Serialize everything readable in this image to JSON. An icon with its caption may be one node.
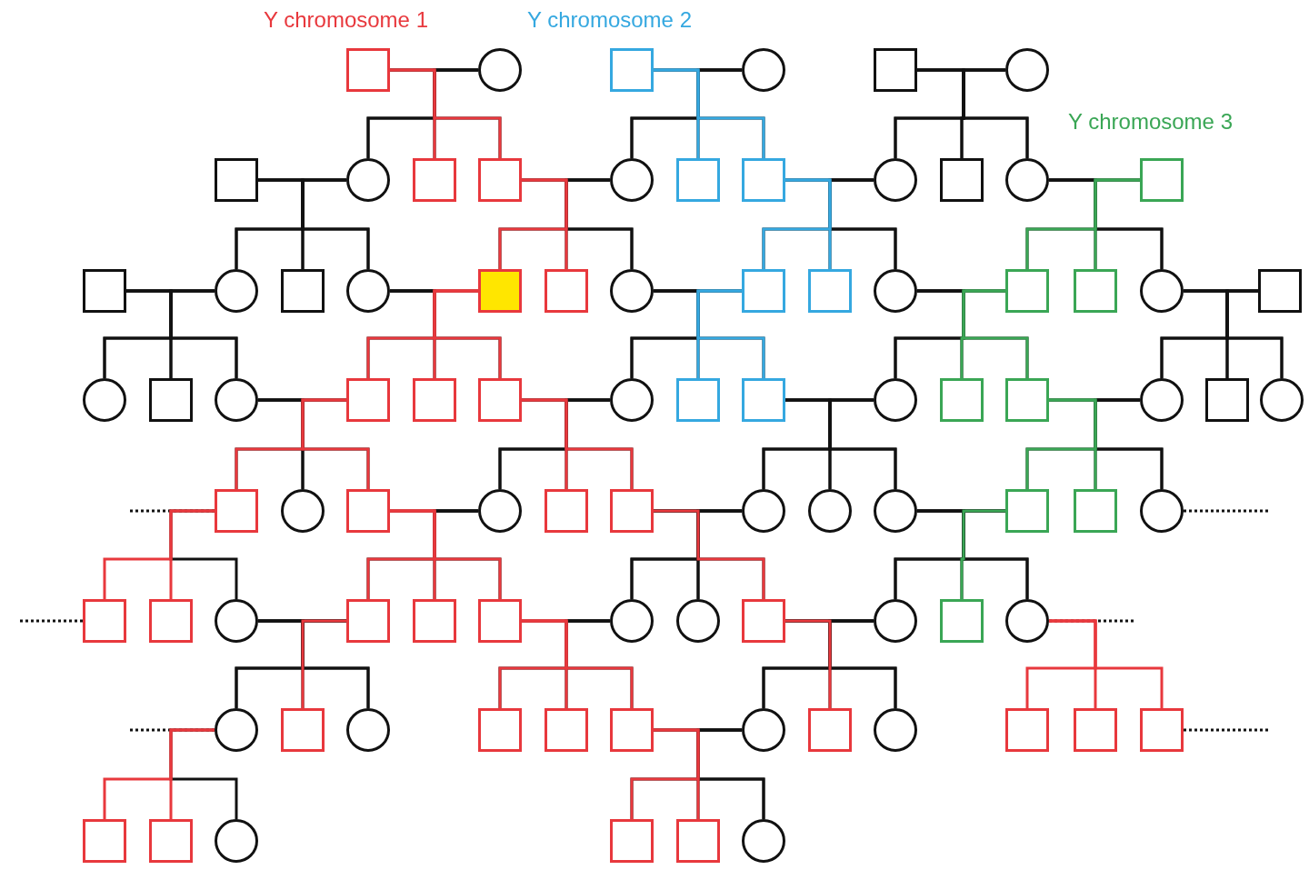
{
  "diagram": {
    "nodes": [
      {
        "text": [],
        "shape": "box"
      },
      {
        "text": [],
        "shape": "circle"
      },
      {
        "text": [],
        "shape": "box"
      },
      {
        "text": [],
        "shape": "circle"
      },
      {
        "text": [],
        "shape": "box"
      },
      {
        "text": [],
        "shape": "circle"
      },
      {
        "text": [],
        "shape": "box"
      },
      {
        "text": [],
        "shape": "circle"
      },
      {
        "text": [],
        "shape": "box"
      },
      {
        "text": [],
        "shape": "box"
      },
      {
        "text": [],
        "shape": "circle"
      },
      {
        "text": [],
        "shape": "box"
      },
      {
        "text": [],
        "shape": "box"
      },
      {
        "text": [],
        "shape": "circle"
      },
      {
        "text": [],
        "shape": "box"
      },
      {
        "text": [],
        "shape": "circle"
      },
      {
        "text": [],
        "shape": "box"
      },
      {
        "text": [],
        "shape": "box"
      },
      {
        "text": [],
        "shape": "circle"
      },
      {
        "text": [],
        "shape": "box"
      },
      {
        "text": [],
        "shape": "circle"
      },
      {
        "text": [],
        "shape": "box"
      },
      {
        "text": [],
        "shape": "box"
      },
      {
        "text": [],
        "shape": "circle"
      },
      {
        "text": [],
        "shape": "box"
      },
      {
        "text": [],
        "shape": "box"
      },
      {
        "text": [],
        "shape": "circle"
      },
      {
        "text": [],
        "shape": "box"
      },
      {
        "text": [],
        "shape": "box"
      },
      {
        "text": [],
        "shape": "circle"
      },
      {
        "text": [],
        "shape": "box"
      },
      {
        "text": [],
        "shape": "circle"
      },
      {
        "text": [],
        "shape": "box"
      },
      {
        "text": [],
        "shape": "circle"
      },
      {
        "text": [],
        "shape": "box"
      },
      {
        "text": [],
        "shape": "box"
      },
      {
        "text": [],
        "shape": "box"
      },
      {
        "text": [],
        "shape": "circle"
      },
      {
        "text": [],
        "shape": "box"
      },
      {
        "text": [],
        "shape": "box"
      },
      {
        "text": [],
        "shape": "circle"
      },
      {
        "text": [],
        "shape": "box"
      },
      {
        "text": [],
        "shape": "box"
      },
      {
        "text": [],
        "shape": "circle"
      },
      {
        "text": [],
        "shape": "box"
      },
      {
        "text": [],
        "shape": "circle"
      },
      {
        "text": [],
        "shape": "box"
      },
      {
        "text": [],
        "shape": "circle"
      },
      {
        "text": [],
        "shape": "box"
      },
      {
        "text": [],
        "shape": "circle"
      },
      {
        "text": [],
        "shape": "box"
      },
      {
        "text": [],
        "shape": "box"
      },
      {
        "text": [],
        "shape": "circle"
      },
      {
        "text": [],
        "shape": "circle"
      },
      {
        "text": [],
        "shape": "circle"
      },
      {
        "text": [],
        "shape": "box"
      },
      {
        "text": [],
        "shape": "box"
      },
      {
        "text": [],
        "shape": "circle"
      },
      {
        "text": [],
        "shape": "box"
      },
      {
        "text": [],
        "shape": "box"
      },
      {
        "text": [],
        "shape": "circle"
      },
      {
        "text": [],
        "shape": "box"
      },
      {
        "text": [],
        "shape": "box"
      },
      {
        "text": [],
        "shape": "box"
      },
      {
        "text": [],
        "shape": "circle"
      },
      {
        "text": [],
        "shape": "circle"
      },
      {
        "text": [],
        "shape": "box"
      },
      {
        "text": [],
        "shape": "circle"
      },
      {
        "text": [],
        "shape": "box"
      },
      {
        "text": [],
        "shape": "circle"
      },
      {
        "text": [],
        "shape": "circle"
      },
      {
        "text": [],
        "shape": "box"
      },
      {
        "text": [],
        "shape": "circle"
      },
      {
        "text": [],
        "shape": "box"
      },
      {
        "text": [],
        "shape": "box"
      },
      {
        "text": [],
        "shape": "box"
      },
      {
        "text": [],
        "shape": "circle"
      },
      {
        "text": [],
        "shape": "box"
      },
      {
        "text": [],
        "shape": "circle"
      },
      {
        "text": [],
        "shape": "box"
      },
      {
        "text": [],
        "shape": "box"
      },
      {
        "text": [],
        "shape": "box"
      },
      {
        "text": [],
        "shape": "box"
      },
      {
        "text": [],
        "shape": "box"
      },
      {
        "text": [],
        "shape": "circle"
      },
      {
        "text": [],
        "shape": "box"
      },
      {
        "text": [],
        "shape": "box"
      },
      {
        "text": [],
        "shape": "circle"
      }
    ],
    "edges": [
      {
        "from": 0,
        "to": 1,
        "arrow": "none"
      },
      {
        "from": 0,
        "to": 7,
        "arrow": "none"
      },
      {
        "from": 0,
        "to": 8,
        "arrow": "none",
        "color": "#e8383d"
      },
      {
        "from": 0,
        "to": 9,
        "arrow": "none",
        "color": "#e8383d"
      },
      {
        "from": 1,
        "to": 7,
        "arrow": "none"
      },
      {
        "from": 1,
        "to": 8,
        "arrow": "none"
      },
      {
        "from": 1,
        "to": 9,
        "arrow": "none"
      },
      {
        "from": 2,
        "to": 3,
        "arrow": "none"
      },
      {
        "from": 2,
        "to": 10,
        "arrow": "none"
      },
      {
        "from": 2,
        "to": 11,
        "arrow": "none",
        "color": "#35a8e0"
      },
      {
        "from": 2,
        "to": 12,
        "arrow": "none",
        "color": "#35a8e0"
      },
      {
        "from": 3,
        "to": 10,
        "arrow": "none"
      },
      {
        "from": 3,
        "to": 11,
        "arrow": "none"
      },
      {
        "from": 3,
        "to": 12,
        "arrow": "none"
      },
      {
        "from": 4,
        "to": 5,
        "arrow": "none"
      },
      {
        "from": 4,
        "to": 13,
        "arrow": "none"
      },
      {
        "from": 4,
        "to": 14,
        "arrow": "none"
      },
      {
        "from": 4,
        "to": 15,
        "arrow": "none"
      },
      {
        "from": 5,
        "to": 13,
        "arrow": "none"
      },
      {
        "from": 5,
        "to": 14,
        "arrow": "none"
      },
      {
        "from": 5,
        "to": 15,
        "arrow": "none"
      },
      {
        "from": 6,
        "to": 7,
        "arrow": "none"
      },
      {
        "from": 6,
        "to": 18,
        "arrow": "none"
      },
      {
        "from": 6,
        "to": 19,
        "arrow": "none"
      },
      {
        "from": 6,
        "to": 20,
        "arrow": "none"
      },
      {
        "from": 7,
        "to": 18,
        "arrow": "none"
      },
      {
        "from": 7,
        "to": 19,
        "arrow": "none"
      },
      {
        "from": 7,
        "to": 20,
        "arrow": "none"
      },
      {
        "from": 9,
        "to": 10,
        "arrow": "none"
      },
      {
        "from": 9,
        "to": 21,
        "arrow": "none",
        "color": "#e8383d"
      },
      {
        "from": 9,
        "to": 22,
        "arrow": "none",
        "color": "#e8383d"
      },
      {
        "from": 9,
        "to": 23,
        "arrow": "none"
      },
      {
        "from": 10,
        "to": 21,
        "arrow": "none"
      },
      {
        "from": 10,
        "to": 22,
        "arrow": "none"
      },
      {
        "from": 10,
        "to": 23,
        "arrow": "none"
      },
      {
        "from": 12,
        "to": 13,
        "arrow": "none"
      },
      {
        "from": 12,
        "to": 24,
        "arrow": "none",
        "color": "#35a8e0"
      },
      {
        "from": 12,
        "to": 25,
        "arrow": "none",
        "color": "#35a8e0"
      },
      {
        "from": 12,
        "to": 26,
        "arrow": "none"
      },
      {
        "from": 13,
        "to": 24,
        "arrow": "none"
      },
      {
        "from": 13,
        "to": 25,
        "arrow": "none"
      },
      {
        "from": 13,
        "to": 26,
        "arrow": "none"
      },
      {
        "from": 15,
        "to": 16,
        "arrow": "none"
      },
      {
        "from": 16,
        "to": 27,
        "arrow": "none",
        "color": "#3aa655"
      },
      {
        "from": 16,
        "to": 28,
        "arrow": "none",
        "color": "#3aa655"
      },
      {
        "from": 16,
        "to": 29,
        "arrow": "none"
      },
      {
        "from": 15,
        "to": 27,
        "arrow": "none"
      },
      {
        "from": 15,
        "to": 28,
        "arrow": "none"
      },
      {
        "from": 15,
        "to": 29,
        "arrow": "none"
      },
      {
        "from": 17,
        "to": 18,
        "arrow": "none"
      },
      {
        "from": 17,
        "to": 31,
        "arrow": "none"
      },
      {
        "from": 17,
        "to": 32,
        "arrow": "none"
      },
      {
        "from": 17,
        "to": 33,
        "arrow": "none"
      },
      {
        "from": 18,
        "to": 31,
        "arrow": "none"
      },
      {
        "from": 18,
        "to": 32,
        "arrow": "none"
      },
      {
        "from": 18,
        "to": 33,
        "arrow": "none"
      },
      {
        "from": 20,
        "to": 21,
        "arrow": "none"
      },
      {
        "from": 21,
        "to": 34,
        "arrow": "none",
        "color": "#e8383d"
      },
      {
        "from": 21,
        "to": 35,
        "arrow": "none",
        "color": "#e8383d"
      },
      {
        "from": 21,
        "to": 36,
        "arrow": "none",
        "color": "#e8383d"
      },
      {
        "from": 20,
        "to": 34,
        "arrow": "none"
      },
      {
        "from": 20,
        "to": 35,
        "arrow": "none"
      },
      {
        "from": 20,
        "to": 36,
        "arrow": "none"
      },
      {
        "from": 23,
        "to": 24,
        "arrow": "none"
      },
      {
        "from": 24,
        "to": 37,
        "arrow": "none"
      },
      {
        "from": 24,
        "to": 38,
        "arrow": "none",
        "color": "#35a8e0"
      },
      {
        "from": 24,
        "to": 39,
        "arrow": "none",
        "color": "#35a8e0"
      },
      {
        "from": 23,
        "to": 37,
        "arrow": "none"
      },
      {
        "from": 23,
        "to": 38,
        "arrow": "none"
      },
      {
        "from": 23,
        "to": 39,
        "arrow": "none"
      },
      {
        "from": 26,
        "to": 27,
        "arrow": "none"
      },
      {
        "from": 27,
        "to": 40,
        "arrow": "none"
      },
      {
        "from": 27,
        "to": 41,
        "arrow": "none",
        "color": "#3aa655"
      },
      {
        "from": 27,
        "to": 42,
        "arrow": "none",
        "color": "#3aa655"
      },
      {
        "from": 26,
        "to": 40,
        "arrow": "none"
      },
      {
        "from": 26,
        "to": 41,
        "arrow": "none"
      },
      {
        "from": 26,
        "to": 42,
        "arrow": "none"
      },
      {
        "from": 29,
        "to": 30,
        "arrow": "none"
      },
      {
        "from": 30,
        "to": 43,
        "arrow": "none"
      },
      {
        "from": 30,
        "to": 44,
        "arrow": "none"
      },
      {
        "from": 30,
        "to": 45,
        "arrow": "none"
      },
      {
        "from": 29,
        "to": 43,
        "arrow": "none"
      },
      {
        "from": 29,
        "to": 44,
        "arrow": "none"
      },
      {
        "from": 29,
        "to": 45,
        "arrow": "none"
      },
      {
        "from": 33,
        "to": 34,
        "arrow": "none"
      },
      {
        "from": 34,
        "to": 46,
        "arrow": "none",
        "color": "#e8383d"
      },
      {
        "from": 34,
        "to": 47,
        "arrow": "none"
      },
      {
        "from": 34,
        "to": 48,
        "arrow": "none",
        "color": "#e8383d"
      },
      {
        "from": 33,
        "to": 46,
        "arrow": "none"
      },
      {
        "from": 33,
        "to": 47,
        "arrow": "none"
      },
      {
        "from": 33,
        "to": 48,
        "arrow": "none"
      },
      {
        "from": 36,
        "to": 37,
        "arrow": "none"
      },
      {
        "from": 36,
        "to": 49,
        "arrow": "none"
      },
      {
        "from": 36,
        "to": 50,
        "arrow": "none",
        "color": "#e8383d"
      },
      {
        "from": 36,
        "to": 51,
        "arrow": "none",
        "color": "#e8383d"
      },
      {
        "from": 37,
        "to": 49,
        "arrow": "none"
      },
      {
        "from": 37,
        "to": 50,
        "arrow": "none"
      },
      {
        "from": 37,
        "to": 51,
        "arrow": "none"
      },
      {
        "from": 39,
        "to": 40,
        "arrow": "none"
      },
      {
        "from": 39,
        "to": 52,
        "arrow": "none"
      },
      {
        "from": 39,
        "to": 53,
        "arrow": "none"
      },
      {
        "from": 39,
        "to": 54,
        "arrow": "none"
      },
      {
        "from": 40,
        "to": 52,
        "arrow": "none"
      },
      {
        "from": 40,
        "to": 53,
        "arrow": "none"
      },
      {
        "from": 40,
        "to": 54,
        "arrow": "none"
      },
      {
        "from": 42,
        "to": 43,
        "arrow": "none"
      },
      {
        "from": 42,
        "to": 55,
        "arrow": "none",
        "color": "#3aa655"
      },
      {
        "from": 42,
        "to": 56,
        "arrow": "none",
        "color": "#3aa655"
      },
      {
        "from": 42,
        "to": 57,
        "arrow": "none"
      },
      {
        "from": 43,
        "to": 55,
        "arrow": "none"
      },
      {
        "from": 43,
        "to": 56,
        "arrow": "none"
      },
      {
        "from": 43,
        "to": 57,
        "arrow": "none"
      },
      {
        "from": 46,
        "to": null,
        "arrow": "none",
        "style": "dashed"
      },
      {
        "from": 46,
        "to": 58,
        "arrow": "none",
        "color": "#e8383d"
      },
      {
        "from": 46,
        "to": 59,
        "arrow": "none",
        "color": "#e8383d"
      },
      {
        "from": 46,
        "to": 60,
        "arrow": "none"
      },
      {
        "from": 57,
        "to": null,
        "arrow": "none",
        "style": "dashed"
      },
      {
        "from": 48,
        "to": 49,
        "arrow": "none"
      },
      {
        "from": 48,
        "to": 61,
        "arrow": "none",
        "color": "#e8383d"
      },
      {
        "from": 48,
        "to": 62,
        "arrow": "none",
        "color": "#e8383d"
      },
      {
        "from": 48,
        "to": 63,
        "arrow": "none",
        "color": "#e8383d"
      },
      {
        "from": 49,
        "to": 61,
        "arrow": "none"
      },
      {
        "from": 49,
        "to": 62,
        "arrow": "none"
      },
      {
        "from": 49,
        "to": 63,
        "arrow": "none"
      },
      {
        "from": 51,
        "to": 52,
        "arrow": "none"
      },
      {
        "from": 51,
        "to": 64,
        "arrow": "none"
      },
      {
        "from": 51,
        "to": 65,
        "arrow": "none"
      },
      {
        "from": 51,
        "to": 66,
        "arrow": "none",
        "color": "#e8383d"
      },
      {
        "from": 52,
        "to": 64,
        "arrow": "none"
      },
      {
        "from": 52,
        "to": 65,
        "arrow": "none"
      },
      {
        "from": 52,
        "to": 66,
        "arrow": "none"
      },
      {
        "from": 54,
        "to": 55,
        "arrow": "none"
      },
      {
        "from": 55,
        "to": 67,
        "arrow": "none"
      },
      {
        "from": 55,
        "to": 68,
        "arrow": "none",
        "color": "#3aa655"
      },
      {
        "from": 55,
        "to": 69,
        "arrow": "none"
      },
      {
        "from": 54,
        "to": 67,
        "arrow": "none"
      },
      {
        "from": 54,
        "to": 68,
        "arrow": "none"
      },
      {
        "from": 54,
        "to": 69,
        "arrow": "none"
      },
      {
        "from": 58,
        "to": null,
        "arrow": "none",
        "style": "dashed"
      },
      {
        "from": 69,
        "to": null,
        "arrow": "none",
        "style": "dashed"
      },
      {
        "from": 60,
        "to": 61,
        "arrow": "none"
      },
      {
        "from": 61,
        "to": 70,
        "arrow": "none"
      },
      {
        "from": 61,
        "to": 71,
        "arrow": "none",
        "color": "#e8383d"
      },
      {
        "from": 61,
        "to": 72,
        "arrow": "none"
      },
      {
        "from": 60,
        "to": 70,
        "arrow": "none"
      },
      {
        "from": 60,
        "to": 71,
        "arrow": "none"
      },
      {
        "from": 60,
        "to": 72,
        "arrow": "none"
      },
      {
        "from": 63,
        "to": 64,
        "arrow": "none"
      },
      {
        "from": 63,
        "to": 73,
        "arrow": "none",
        "color": "#e8383d"
      },
      {
        "from": 63,
        "to": 74,
        "arrow": "none",
        "color": "#e8383d"
      },
      {
        "from": 63,
        "to": 75,
        "arrow": "none",
        "color": "#e8383d"
      },
      {
        "from": 64,
        "to": 73,
        "arrow": "none"
      },
      {
        "from": 64,
        "to": 74,
        "arrow": "none"
      },
      {
        "from": 64,
        "to": 75,
        "arrow": "none"
      },
      {
        "from": 66,
        "to": 67,
        "arrow": "none"
      },
      {
        "from": 66,
        "to": 76,
        "arrow": "none"
      },
      {
        "from": 66,
        "to": 77,
        "arrow": "none",
        "color": "#e8383d"
      },
      {
        "from": 66,
        "to": 78,
        "arrow": "none"
      },
      {
        "from": 67,
        "to": 76,
        "arrow": "none"
      },
      {
        "from": 67,
        "to": 77,
        "arrow": "none"
      },
      {
        "from": 67,
        "to": 78,
        "arrow": "none"
      },
      {
        "from": 69,
        "to": 79,
        "arrow": "none",
        "color": "#e8383d"
      },
      {
        "from": 69,
        "to": 80,
        "arrow": "none",
        "color": "#e8383d"
      },
      {
        "from": 69,
        "to": 81,
        "arrow": "none",
        "color": "#e8383d"
      },
      {
        "from": 70,
        "to": null,
        "arrow": "none",
        "style": "dashed"
      },
      {
        "from": 81,
        "to": null,
        "arrow": "none",
        "style": "dashed"
      },
      {
        "from": 70,
        "to": 82,
        "arrow": "none",
        "color": "#e8383d"
      },
      {
        "from": 70,
        "to": 83,
        "arrow": "none",
        "color": "#e8383d"
      },
      {
        "from": 70,
        "to": 84,
        "arrow": "none"
      },
      {
        "from": 75,
        "to": 76,
        "arrow": "none"
      },
      {
        "from": 75,
        "to": 85,
        "arrow": "none",
        "color": "#e8383d"
      },
      {
        "from": 75,
        "to": 86,
        "arrow": "none",
        "color": "#e8383d"
      },
      {
        "from": 75,
        "to": 87,
        "arrow": "none"
      },
      {
        "from": 76,
        "to": 85,
        "arrow": "none"
      },
      {
        "from": 76,
        "to": 86,
        "arrow": "none"
      },
      {
        "from": 76,
        "to": 87,
        "arrow": "none"
      }
    ],
    "labels": [
      "Y chromosome 1",
      "Y chromosome 2",
      "Y chromosome 3"
    ]
  }
}
